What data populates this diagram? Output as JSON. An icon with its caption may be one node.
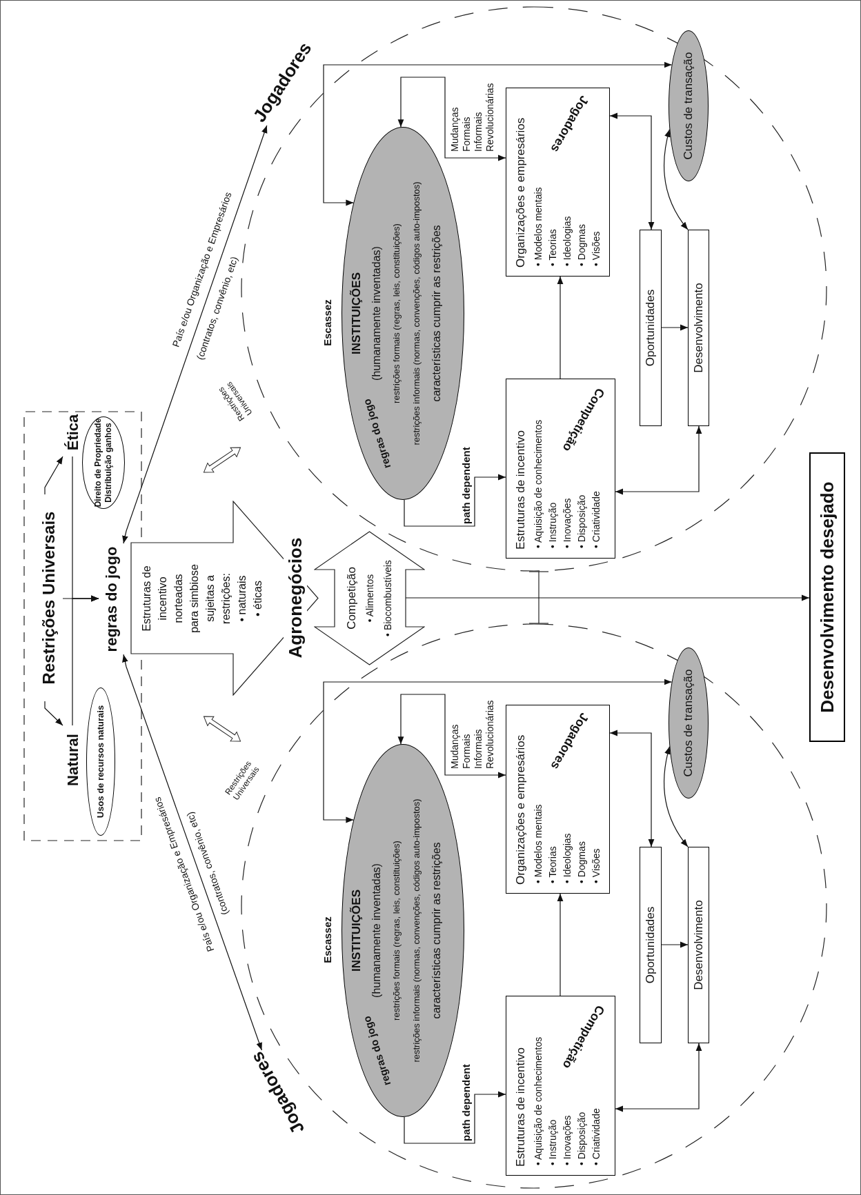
{
  "diagram": {
    "nodes": [
      {
        "text": [],
        "shape": "box"
      },
      {
        "text": [
          "Restrições Universais"
        ],
        "in": 0
      },
      {
        "text": [
          "Natural"
        ],
        "in": 0
      },
      {
        "text": [
          "Ética"
        ],
        "in": 0
      },
      {
        "text": [
          "Usos de recursos naturais"
        ],
        "in": 0
      },
      {
        "text": [
          "Direito de Propriedade",
          "Distribuição ganhos"
        ],
        "in": 0
      },
      {
        "text": [
          "regras do jogo"
        ],
        "in": 0
      },
      {
        "text": [
          "Estruturas de incentivo norteadas para simbiose sujeitas a restrições:",
          "• naturais",
          "• éticas",
          "Agronegócios"
        ]
      },
      {
        "text": [
          "Competição",
          "• Alimentos",
          "• Biocombustíveis"
        ]
      },
      {
        "text": [
          "Desenvolvimento desejado"
        ]
      },
      {
        "text": [
          "Jogadores"
        ]
      },
      {
        "text": [
          "Jogadores"
        ]
      },
      {
        "text": [],
        "shape": "ellipse"
      },
      {
        "text": [
          "regras do jogo",
          "INSTITUIÇÕES",
          "(humanamente inventadas)",
          "restrições formais (regras, leis, constituições)",
          "restrições informais (normas, convenções, códigos auto-impostos)",
          "características cumprir as restrições"
        ],
        "in": 12,
        "beside": [
          "Escassez"
        ]
      },
      {
        "text": [
          "Organizações e empresários",
          "• Modelos mentais",
          "• Teorias",
          "• Ideologias",
          "• Dogmas",
          "• Visões",
          "Jogadores"
        ],
        "in": 12
      },
      {
        "text": [
          "Estruturas de incentivo",
          "• Aquisição de conhecimentos",
          "• Instrução",
          "• Inovações",
          "• Disposição",
          "• Criatividade",
          "Competição"
        ],
        "in": 12
      },
      {
        "text": [
          "Oportunidades"
        ],
        "in": 12
      },
      {
        "text": [
          "Desenvolvimento"
        ],
        "in": 12
      },
      {
        "text": [
          "Custos de transação"
        ],
        "in": 12
      },
      {
        "text": [],
        "shape": "ellipse"
      },
      {
        "text": [
          "regras do jogo",
          "INSTITUIÇÕES",
          "(humanamente inventadas)",
          "restrições formais (regras, leis, constituições)",
          "restrições informais (normas, convenções, códigos auto-impostos)",
          "características cumprir as restrições"
        ],
        "in": 19,
        "beside": [
          "Escassez"
        ]
      },
      {
        "text": [
          "Organizações e empresários",
          "• Modelos mentais",
          "• Teorias",
          "• Ideologias",
          "• Dogmas",
          "• Visões",
          "Jogadores"
        ],
        "in": 19
      },
      {
        "text": [
          "Estruturas de incentivo",
          "• Aquisição de conhecimentos",
          "• Instrução",
          "• Inovações",
          "• Disposição",
          "• Criatividade",
          "Competição"
        ],
        "in": 19
      },
      {
        "text": [
          "Oportunidades"
        ],
        "in": 19
      },
      {
        "text": [
          "Desenvolvimento"
        ],
        "in": 19
      },
      {
        "text": [
          "Custos de transação"
        ],
        "in": 19
      }
    ],
    "edges": [
      {
        "from": 1,
        "to": 2,
        "arrow": "to"
      },
      {
        "from": 1,
        "to": 3,
        "arrow": "to"
      },
      {
        "from": 2,
        "to": 6,
        "arrow": "to"
      },
      {
        "from": 3,
        "to": 6,
        "arrow": "to"
      },
      {
        "from": 1,
        "to": 6,
        "arrow": "to"
      },
      {
        "from": 6,
        "to": 10,
        "arrow": "both",
        "label": "País e/ou Organização e Empresários"
      },
      {
        "from": 6,
        "to": 11,
        "arrow": "both",
        "label": "País e/ou Organização e Empresários"
      },
      {
        "from": 8,
        "to": 9,
        "arrow": "to"
      },
      {
        "from": 13,
        "to": 14,
        "arrow": "both",
        "label": "Mudanças Formais Informais Revolucionárias"
      },
      {
        "from": 13,
        "to": 18,
        "arrow": "both"
      },
      {
        "from": 13,
        "to": 15,
        "arrow": "to",
        "label": "path dependent"
      },
      {
        "from": 15,
        "to": 14,
        "arrow": "to"
      },
      {
        "from": 14,
        "to": 16,
        "arrow": "both"
      },
      {
        "from": 16,
        "to": 17,
        "arrow": "to"
      },
      {
        "from": 18,
        "to": 17,
        "arrow": "both"
      },
      {
        "from": 17,
        "to": 15,
        "arrow": "both"
      },
      {
        "from": 20,
        "to": 21,
        "arrow": "both",
        "label": "Mudanças Formais Informais Revolucionárias"
      },
      {
        "from": 20,
        "to": 25,
        "arrow": "both"
      },
      {
        "from": 20,
        "to": 22,
        "arrow": "to",
        "label": "path dependent"
      },
      {
        "from": 22,
        "to": 21,
        "arrow": "to"
      },
      {
        "from": 21,
        "to": 23,
        "arrow": "both"
      },
      {
        "from": 23,
        "to": 24,
        "arrow": "to"
      },
      {
        "from": 25,
        "to": 24,
        "arrow": "both"
      },
      {
        "from": 24,
        "to": 22,
        "arrow": "both"
      }
    ],
    "labels": [
      "(contratos, convênio, etc)",
      "Restrições Universais",
      "Restrições Universais",
      "(contratos, convênio, etc)"
    ]
  }
}
